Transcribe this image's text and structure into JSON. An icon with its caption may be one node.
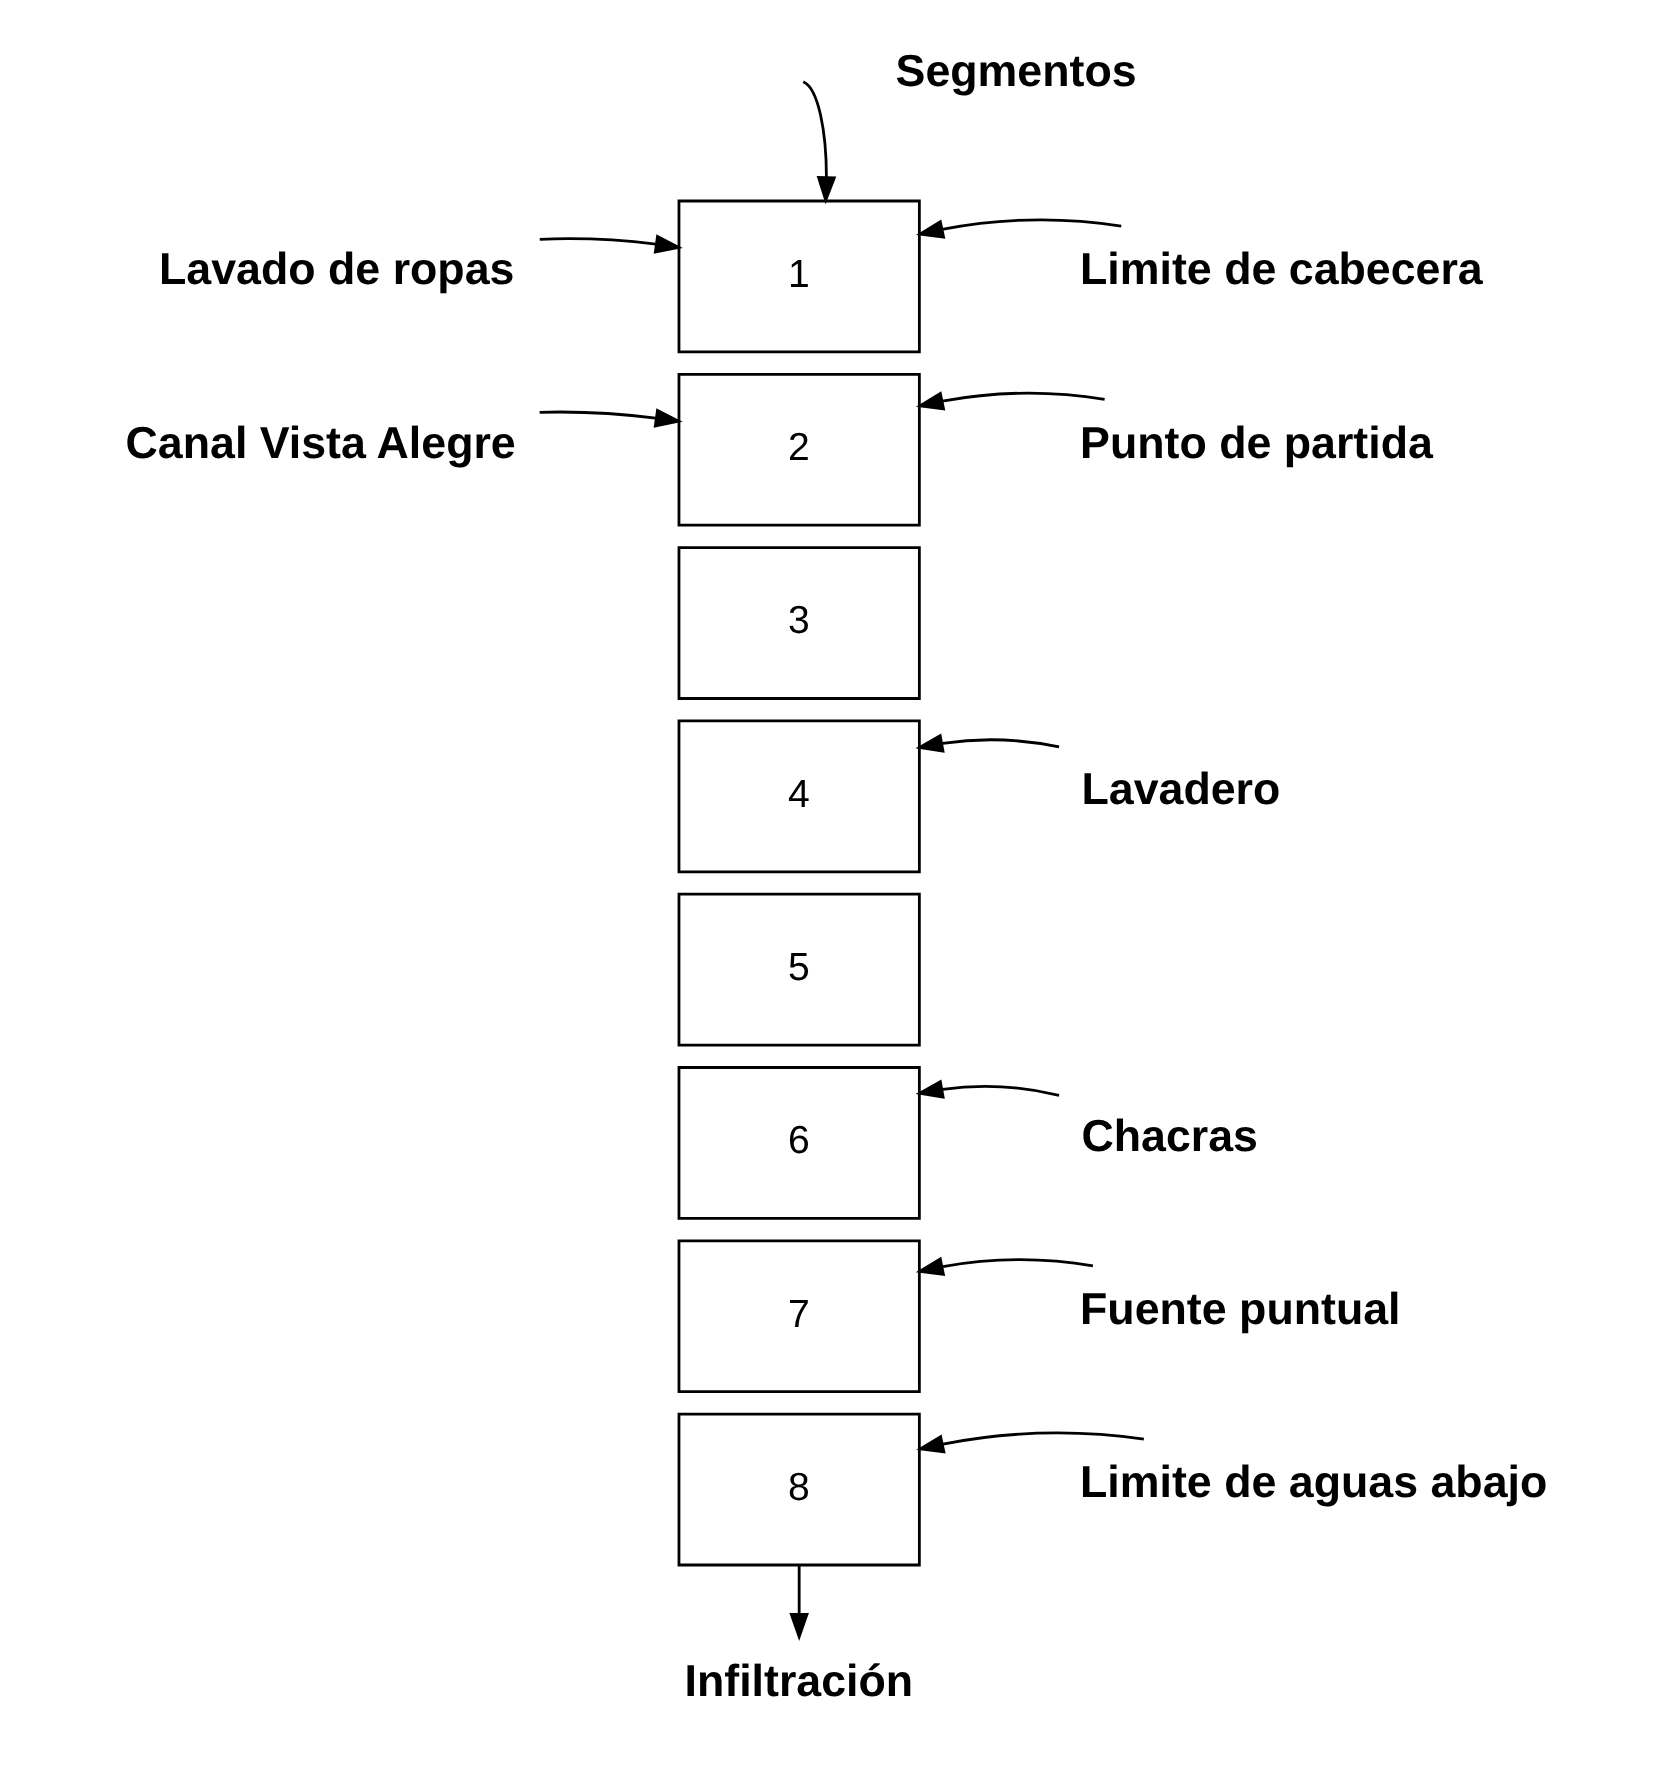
{
  "diagram": {
    "nodes": [
      {
        "text": [
          "1"
        ]
      },
      {
        "text": [
          "2"
        ]
      },
      {
        "text": [
          "3"
        ]
      },
      {
        "text": [
          "4"
        ]
      },
      {
        "text": [
          "5"
        ]
      },
      {
        "text": [
          "6"
        ]
      },
      {
        "text": [
          "7"
        ]
      },
      {
        "text": [
          "8"
        ]
      },
      {
        "text": [
          "Lavado de ropas"
        ]
      },
      {
        "text": [
          "Limite de cabecera"
        ]
      },
      {
        "text": [
          "Canal Vista Alegre"
        ]
      },
      {
        "text": [
          "Punto de partida"
        ]
      },
      {
        "text": [
          "Lavadero"
        ]
      },
      {
        "text": [
          "Chacras"
        ]
      },
      {
        "text": [
          "Fuente puntual"
        ]
      },
      {
        "text": [
          "Limite de aguas abajo"
        ]
      },
      {
        "text": [
          "Infiltración"
        ]
      }
    ],
    "edges": [
      {
        "from": null,
        "to": 0,
        "arrow": "to"
      },
      {
        "from": 8,
        "to": 0,
        "arrow": "to"
      },
      {
        "from": 9,
        "to": 0,
        "arrow": "to"
      },
      {
        "from": 10,
        "to": 1,
        "arrow": "to"
      },
      {
        "from": 11,
        "to": 1,
        "arrow": "to"
      },
      {
        "from": 12,
        "to": 3,
        "arrow": "to"
      },
      {
        "from": 13,
        "to": 5,
        "arrow": "to"
      },
      {
        "from": 14,
        "to": 6,
        "arrow": "to"
      },
      {
        "from": 15,
        "to": 7,
        "arrow": "to"
      },
      {
        "from": 7,
        "to": 16,
        "arrow": "to"
      }
    ],
    "labels": [
      "Segmentos"
    ]
  }
}
